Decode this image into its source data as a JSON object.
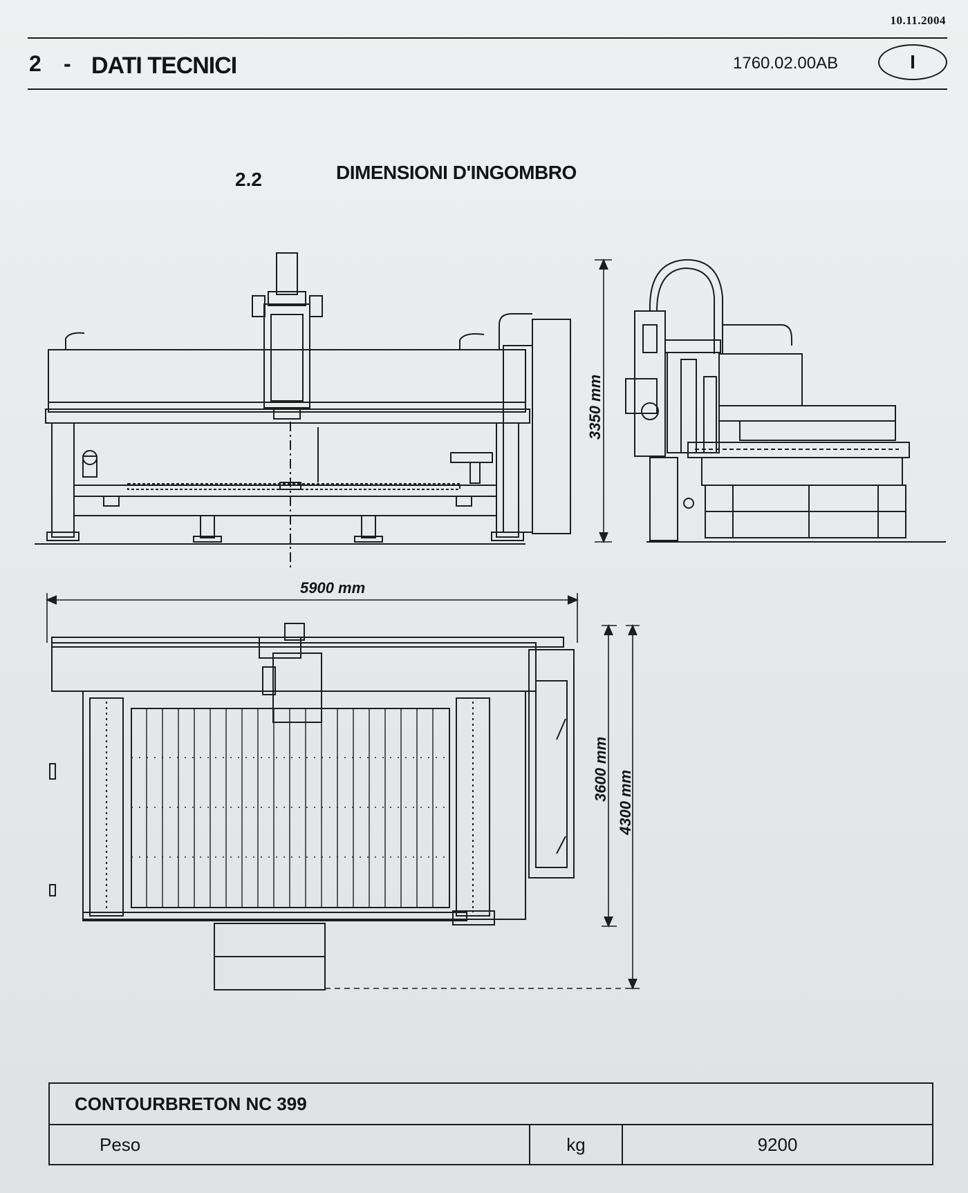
{
  "header": {
    "date": "10.11.2004",
    "section_number": "2",
    "section_dash": "-",
    "section_title": "DATI TECNICI",
    "doc_code": "1760.02.00AB",
    "language_badge": "I"
  },
  "subsection": {
    "number": "2.2",
    "title": "DIMENSIONI D'INGOMBRO"
  },
  "dimensions": {
    "height": "3350 mm",
    "length": "5900 mm",
    "depth_inner": "3600 mm",
    "depth_outer": "4300 mm"
  },
  "spec_table": {
    "model": "CONTOURBRETON NC 399",
    "rows": [
      {
        "label": "Peso",
        "unit": "kg",
        "value": "9200"
      }
    ]
  }
}
